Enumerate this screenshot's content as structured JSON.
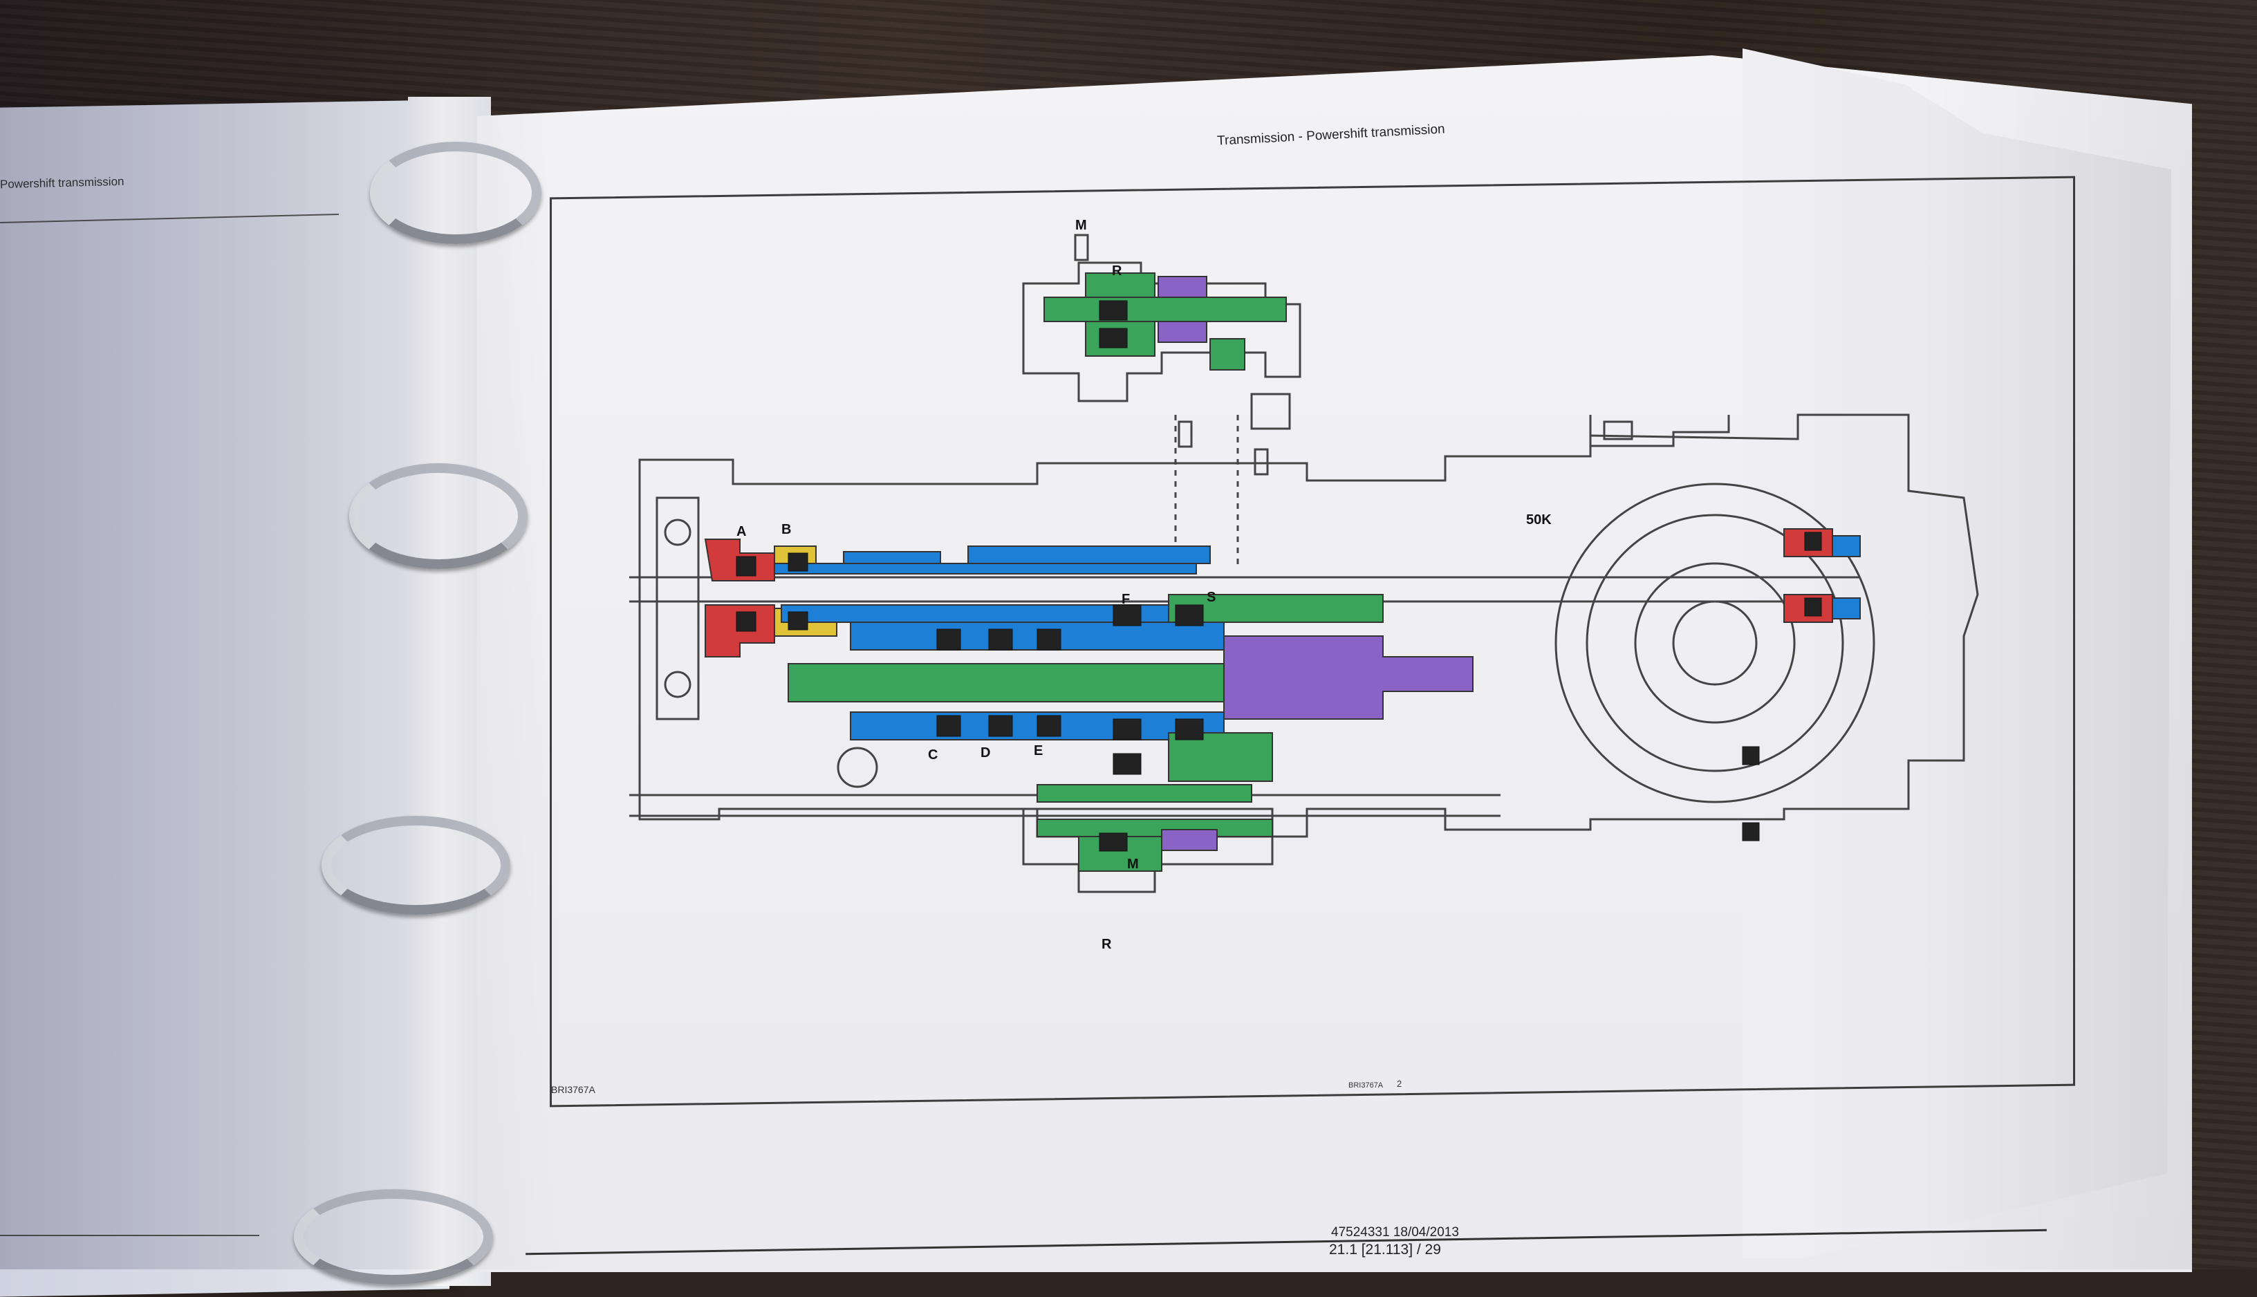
{
  "left_page": {
    "header": "Powershift transmission"
  },
  "right_page": {
    "header": "Transmission - Powershift transmission",
    "figure_code": "BRI3767A",
    "figure_code_small": "BRI3767A",
    "figure_number": "2",
    "footer_doc": "47524331 18/04/2013",
    "footer_page": "21.1 [21.113] / 29"
  },
  "diagram_labels": {
    "m_top": "M",
    "r_top": "R",
    "a": "A",
    "b": "B",
    "c": "C",
    "d": "D",
    "e": "E",
    "f": "F",
    "s": "S",
    "k50": "50K",
    "m_bottom": "M",
    "r_bottom": "R"
  },
  "colors": {
    "green": "#3aa45a",
    "blue": "#1e7fd6",
    "yellow": "#e1c33a",
    "red": "#d23b3b",
    "purple": "#8a63c7",
    "line": "#444444"
  }
}
